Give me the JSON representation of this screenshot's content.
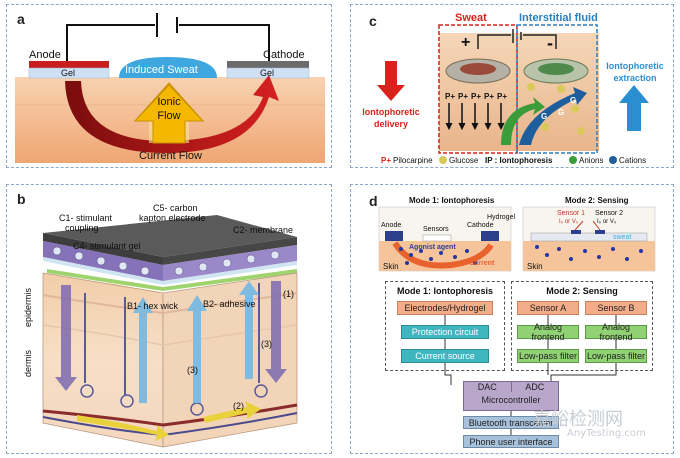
{
  "panel_a": {
    "label": "a",
    "anode": "Anode",
    "cathode": "Cathode",
    "gel_left": "Gel",
    "gel_right": "Gel",
    "induced_sweat": "Induced Sweat",
    "ionic_flow_1": "Ionic",
    "ionic_flow_2": "Flow",
    "current_flow": "Current Flow",
    "colors": {
      "anode": "#c81e1e",
      "cathode": "#6b6b6b",
      "sweat": "#3fa7e0",
      "skin_top": "#f7c9a3",
      "skin_bottom": "#f2a877",
      "arrow": "#9b1010",
      "ionic": "#f2b400"
    }
  },
  "panel_b": {
    "label": "b",
    "c1_1": "C1- stimulant",
    "c1_2": "coupling",
    "c5_1": "C5- carbon",
    "c5_2": "kapton electrode",
    "c4": "C4- stimulant gel",
    "c2": "C2- membrane",
    "b1": "B1- hex wick",
    "b2": "B2- adhesive",
    "epidermis": "epidermis",
    "dermis": "dermis",
    "n1": "(1)",
    "n2": "(2)",
    "n3a": "(3)",
    "n3b": "(3)"
  },
  "panel_c": {
    "label": "c",
    "sweat": "Sweat",
    "isf": "Interstitial fluid",
    "plus": "+",
    "minus": "-",
    "delivery_1": "Iontophoretic",
    "delivery_2": "delivery",
    "extraction_1": "Iontophoretic",
    "extraction_2": "extraction",
    "pplus": "P+",
    "g": "G",
    "legend": {
      "p_sym": "P+",
      "p_text": "Pilocarpine",
      "g_text": "Glucose",
      "ip_text": "IP : Iontophoresis",
      "anions": "Anions",
      "cations": "Cations"
    },
    "colors": {
      "sweat_text": "#d8221b",
      "isf_text": "#2a7fc1",
      "delivery": "#d8221b",
      "extraction": "#2a8fd1"
    }
  },
  "panel_d": {
    "label": "d",
    "mode1_title": "Mode 1: Iontophoresis",
    "mode2_title": "Mode 2: Sensing",
    "anode": "Anode",
    "sensors": "Sensors",
    "cathode": "Cathode",
    "hydrogel": "Hydrogel",
    "agonist": "Agonist agent",
    "current": "Current",
    "skin1": "Skin",
    "sensor1": "Sensor 1",
    "sensor2": "Sensor 2",
    "sensor1_sub": "I₀ or V₀",
    "sensor2_sub": "I₀ or V₀",
    "sweat": "sweat",
    "skin2": "Skin",
    "block1_title": "Mode 1: Iontophoresis",
    "block2_title": "Mode 2: Sensing",
    "electrodes": "Electrodes/Hydrogel",
    "protection": "Protection circuit",
    "current_source": "Current source",
    "sensor_a": "Sensor A",
    "sensor_b": "Sensor B",
    "afe_a": "Analog frontend",
    "afe_b": "Analog frontend",
    "lpf_a": "Low-pass filter",
    "lpf_b": "Low-pass filter",
    "dac": "DAC",
    "adc": "ADC",
    "mcu": "Microcontroller",
    "bluetooth": "Bluetooth transceiver",
    "phone": "Phone user interface"
  },
  "watermark": {
    "cn": "嘉峪检测网",
    "en": "AnyTesting.com"
  }
}
